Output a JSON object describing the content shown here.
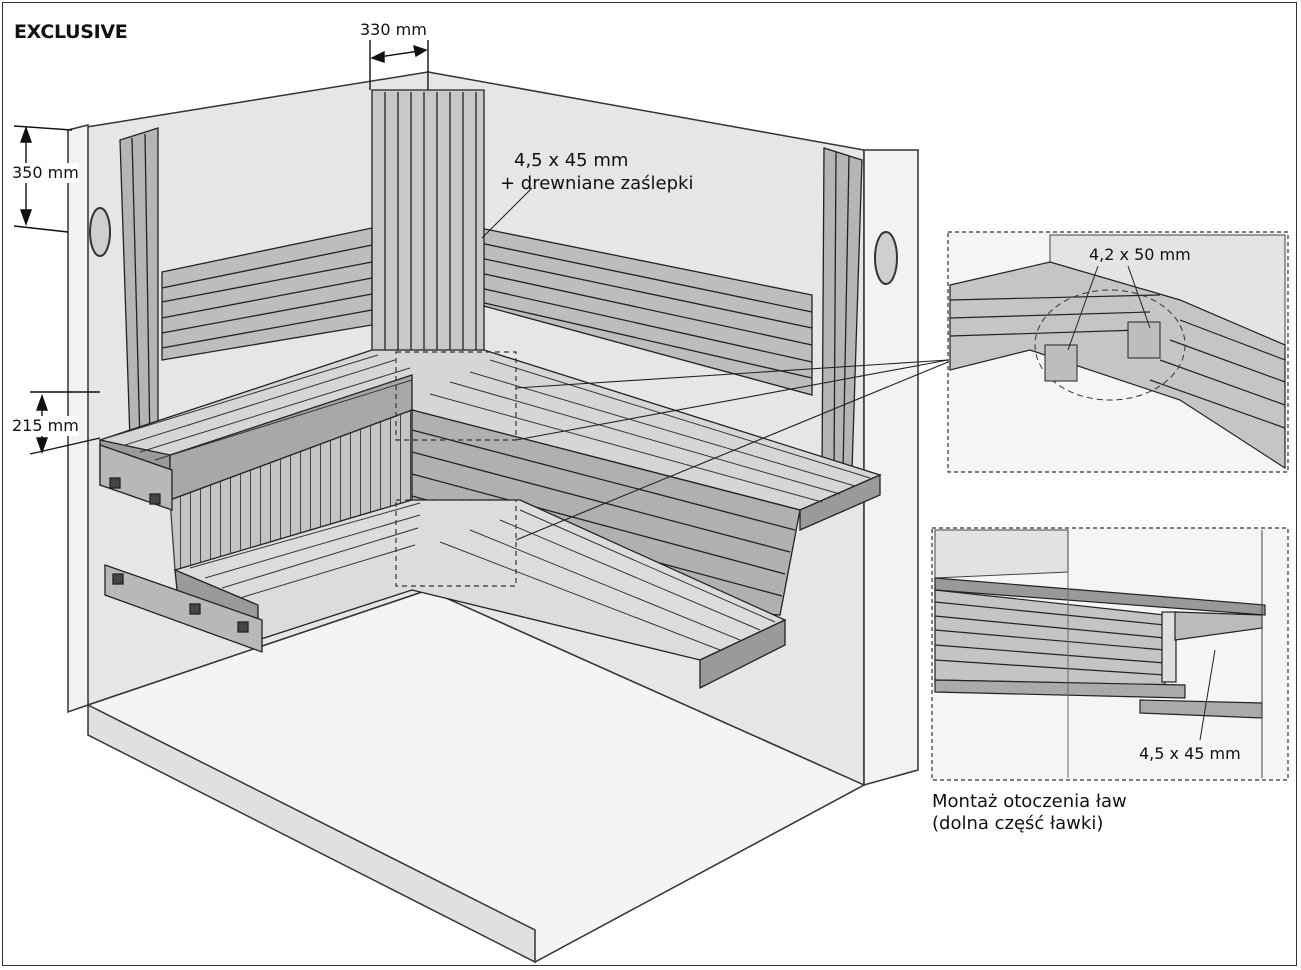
{
  "title": "EXCLUSIVE",
  "dimensions": {
    "top_width": "330 mm",
    "backrest_height": "350 mm",
    "bench_gap": "215 mm"
  },
  "callouts": {
    "screw_main_line1": "4,5 x 45 mm",
    "screw_main_line2": "+ drewniane zaślepki",
    "detail_top_screw": "4,2 x 50 mm",
    "detail_bottom_screw": "4,5 x 45 mm"
  },
  "caption": {
    "line1": "Montaż otoczenia ław",
    "line2": "(dolna część ławki)"
  }
}
